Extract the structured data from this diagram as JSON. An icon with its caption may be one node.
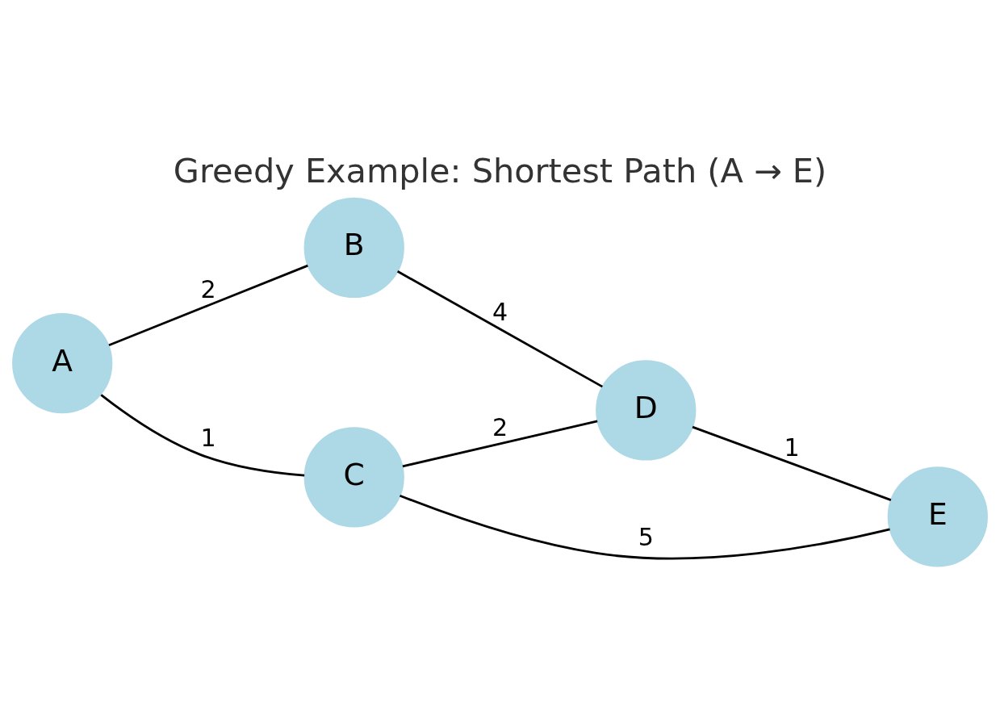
{
  "diagram": {
    "title": "Greedy Example: Shortest Path (A → E)",
    "nodes": [
      {
        "text": [
          "A"
        ]
      },
      {
        "text": [
          "B"
        ]
      },
      {
        "text": [
          "C"
        ]
      },
      {
        "text": [
          "D"
        ]
      },
      {
        "text": [
          "E"
        ]
      }
    ],
    "edges": [
      {
        "from": 0,
        "to": 1,
        "arrow": "none",
        "label": "2"
      },
      {
        "from": 0,
        "to": 2,
        "arrow": "none",
        "label": "1"
      },
      {
        "from": 1,
        "to": 3,
        "arrow": "none",
        "label": "4"
      },
      {
        "from": 2,
        "to": 3,
        "arrow": "none",
        "label": "2"
      },
      {
        "from": 3,
        "to": 4,
        "arrow": "none",
        "label": "1"
      },
      {
        "from": 2,
        "to": 4,
        "arrow": "none",
        "label": "5"
      }
    ]
  }
}
